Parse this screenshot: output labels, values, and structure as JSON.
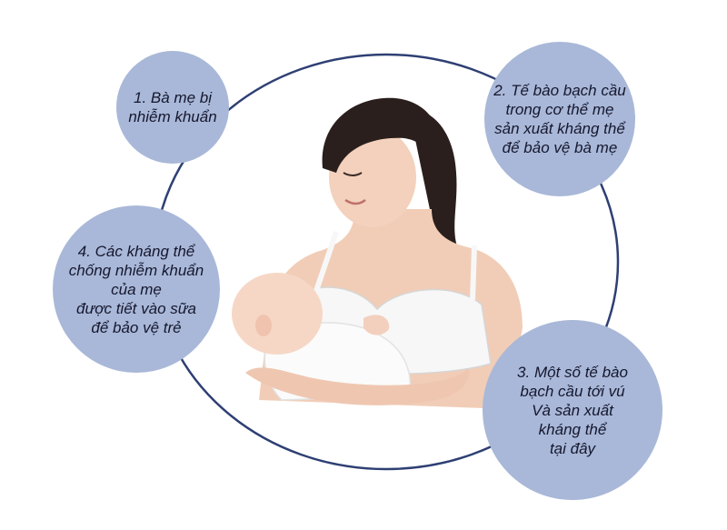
{
  "steps": [
    {
      "text": "1. Bà mẹ bị\nnhiễm khuẩn"
    },
    {
      "text": "2. Tế bào bạch cầu\ntrong cơ thể mẹ\nsản xuất kháng thể\nđể bảo vệ bà mẹ"
    },
    {
      "text": "3. Một số tế bào\nbạch cầu tới vú\nVà sản xuất\nkháng thể\ntại đây"
    },
    {
      "text": "4. Các kháng thể\nchống nhiễm khuẩn\ncủa mẹ\nđược tiết vào sữa\nđể bảo vệ trẻ"
    }
  ],
  "colors": {
    "bubble_fill": "#a9b8d8",
    "ring_stroke": "#2e3f73",
    "text": "#15172e"
  }
}
